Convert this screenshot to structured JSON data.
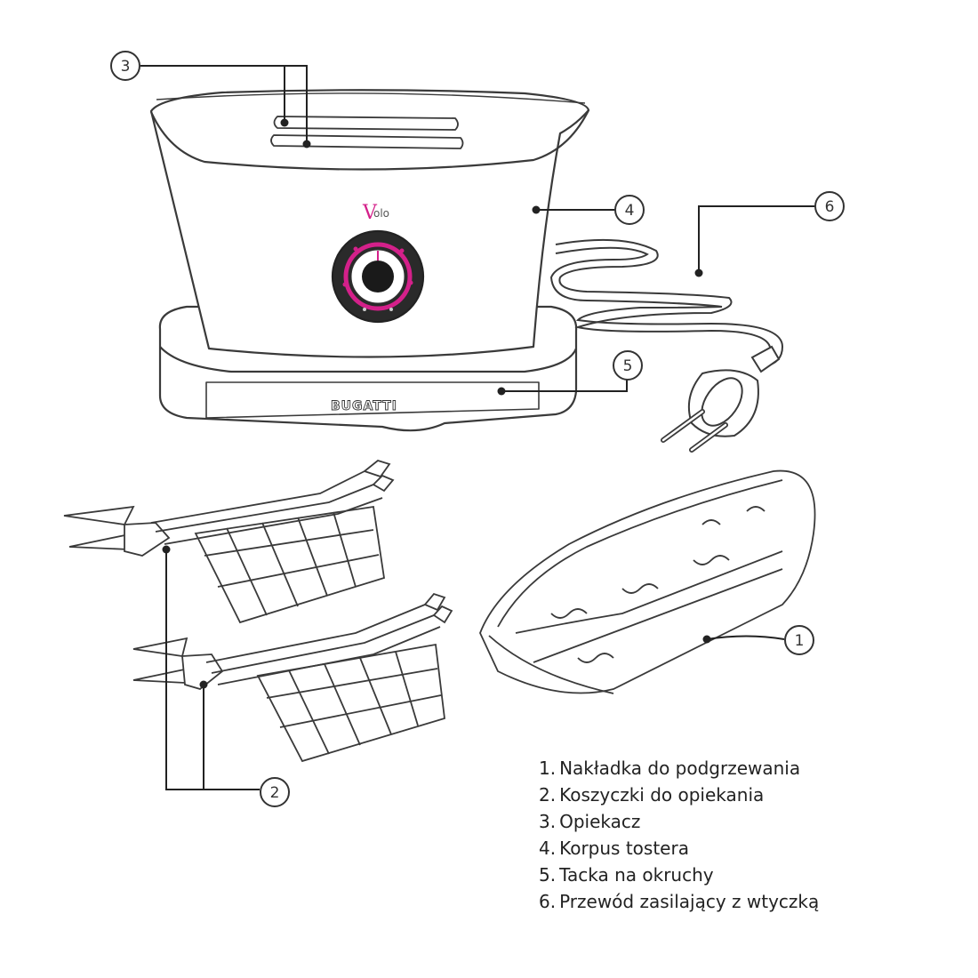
{
  "callouts": [
    "1",
    "2",
    "3",
    "4",
    "5",
    "6"
  ],
  "brand": {
    "model_logo_v": "V",
    "model_logo_rest": "olo",
    "maker": "BUGATTI"
  },
  "legend": [
    {
      "num": "1.",
      "text": "Nakładka do podgrzewania"
    },
    {
      "num": "2.",
      "text": "Koszyczki do opiekania"
    },
    {
      "num": "3.",
      "text": "Opiekacz"
    },
    {
      "num": "4.",
      "text": "Korpus tostera"
    },
    {
      "num": "5.",
      "text": "Tacka na okruchy"
    },
    {
      "num": "6.",
      "text": "Przewód zasilający z wtyczką"
    }
  ],
  "colors": {
    "line": "#3a3a3a",
    "accent": "#d4208a",
    "dial": "#2a2a2a"
  }
}
